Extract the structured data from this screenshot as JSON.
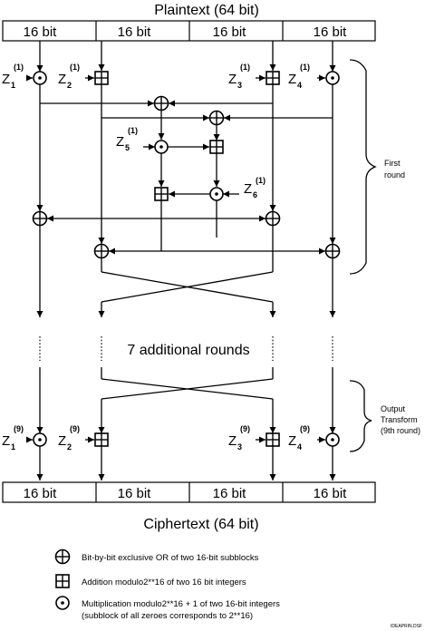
{
  "plaintext_title": "Plaintext (64 bit)",
  "ciphertext_title": "Ciphertext (64 bit)",
  "block_label": "16 bit",
  "additional_rounds": "7 additional rounds",
  "keys_round1": {
    "z1": "Z",
    "z1_sub": "1",
    "z1_sup": "(1)",
    "z2": "Z",
    "z2_sub": "2",
    "z2_sup": "(1)",
    "z3": "Z",
    "z3_sub": "3",
    "z3_sup": "(1)",
    "z4": "Z",
    "z4_sub": "4",
    "z4_sup": "(1)",
    "z5": "Z",
    "z5_sub": "5",
    "z5_sup": "(1)",
    "z6": "Z",
    "z6_sub": "6",
    "z6_sup": "(1)"
  },
  "keys_output": {
    "z1": "Z",
    "z1_sub": "1",
    "z1_sup": "(9)",
    "z2": "Z",
    "z2_sub": "2",
    "z2_sup": "(9)",
    "z3": "Z",
    "z3_sub": "3",
    "z3_sup": "(9)",
    "z4": "Z",
    "z4_sub": "4",
    "z4_sup": "(9)"
  },
  "side_labels": {
    "first_round_line1": "First",
    "first_round_line2": "round",
    "output_line1": "Output",
    "output_line2": "Transform",
    "output_line3": "(9th round)"
  },
  "legend": {
    "xor": "Bit-by-bit exclusive OR of two 16-bit subblocks",
    "add": "Addition modulo2**16 of two 16 bit integers",
    "mul_line1": "Multiplication modulo2**16 + 1 of two 16-bit integers",
    "mul_line2": "(subblock of all zeroes corresponds to 2**16)"
  },
  "file_tag": "IDEAPRIN.DSF"
}
